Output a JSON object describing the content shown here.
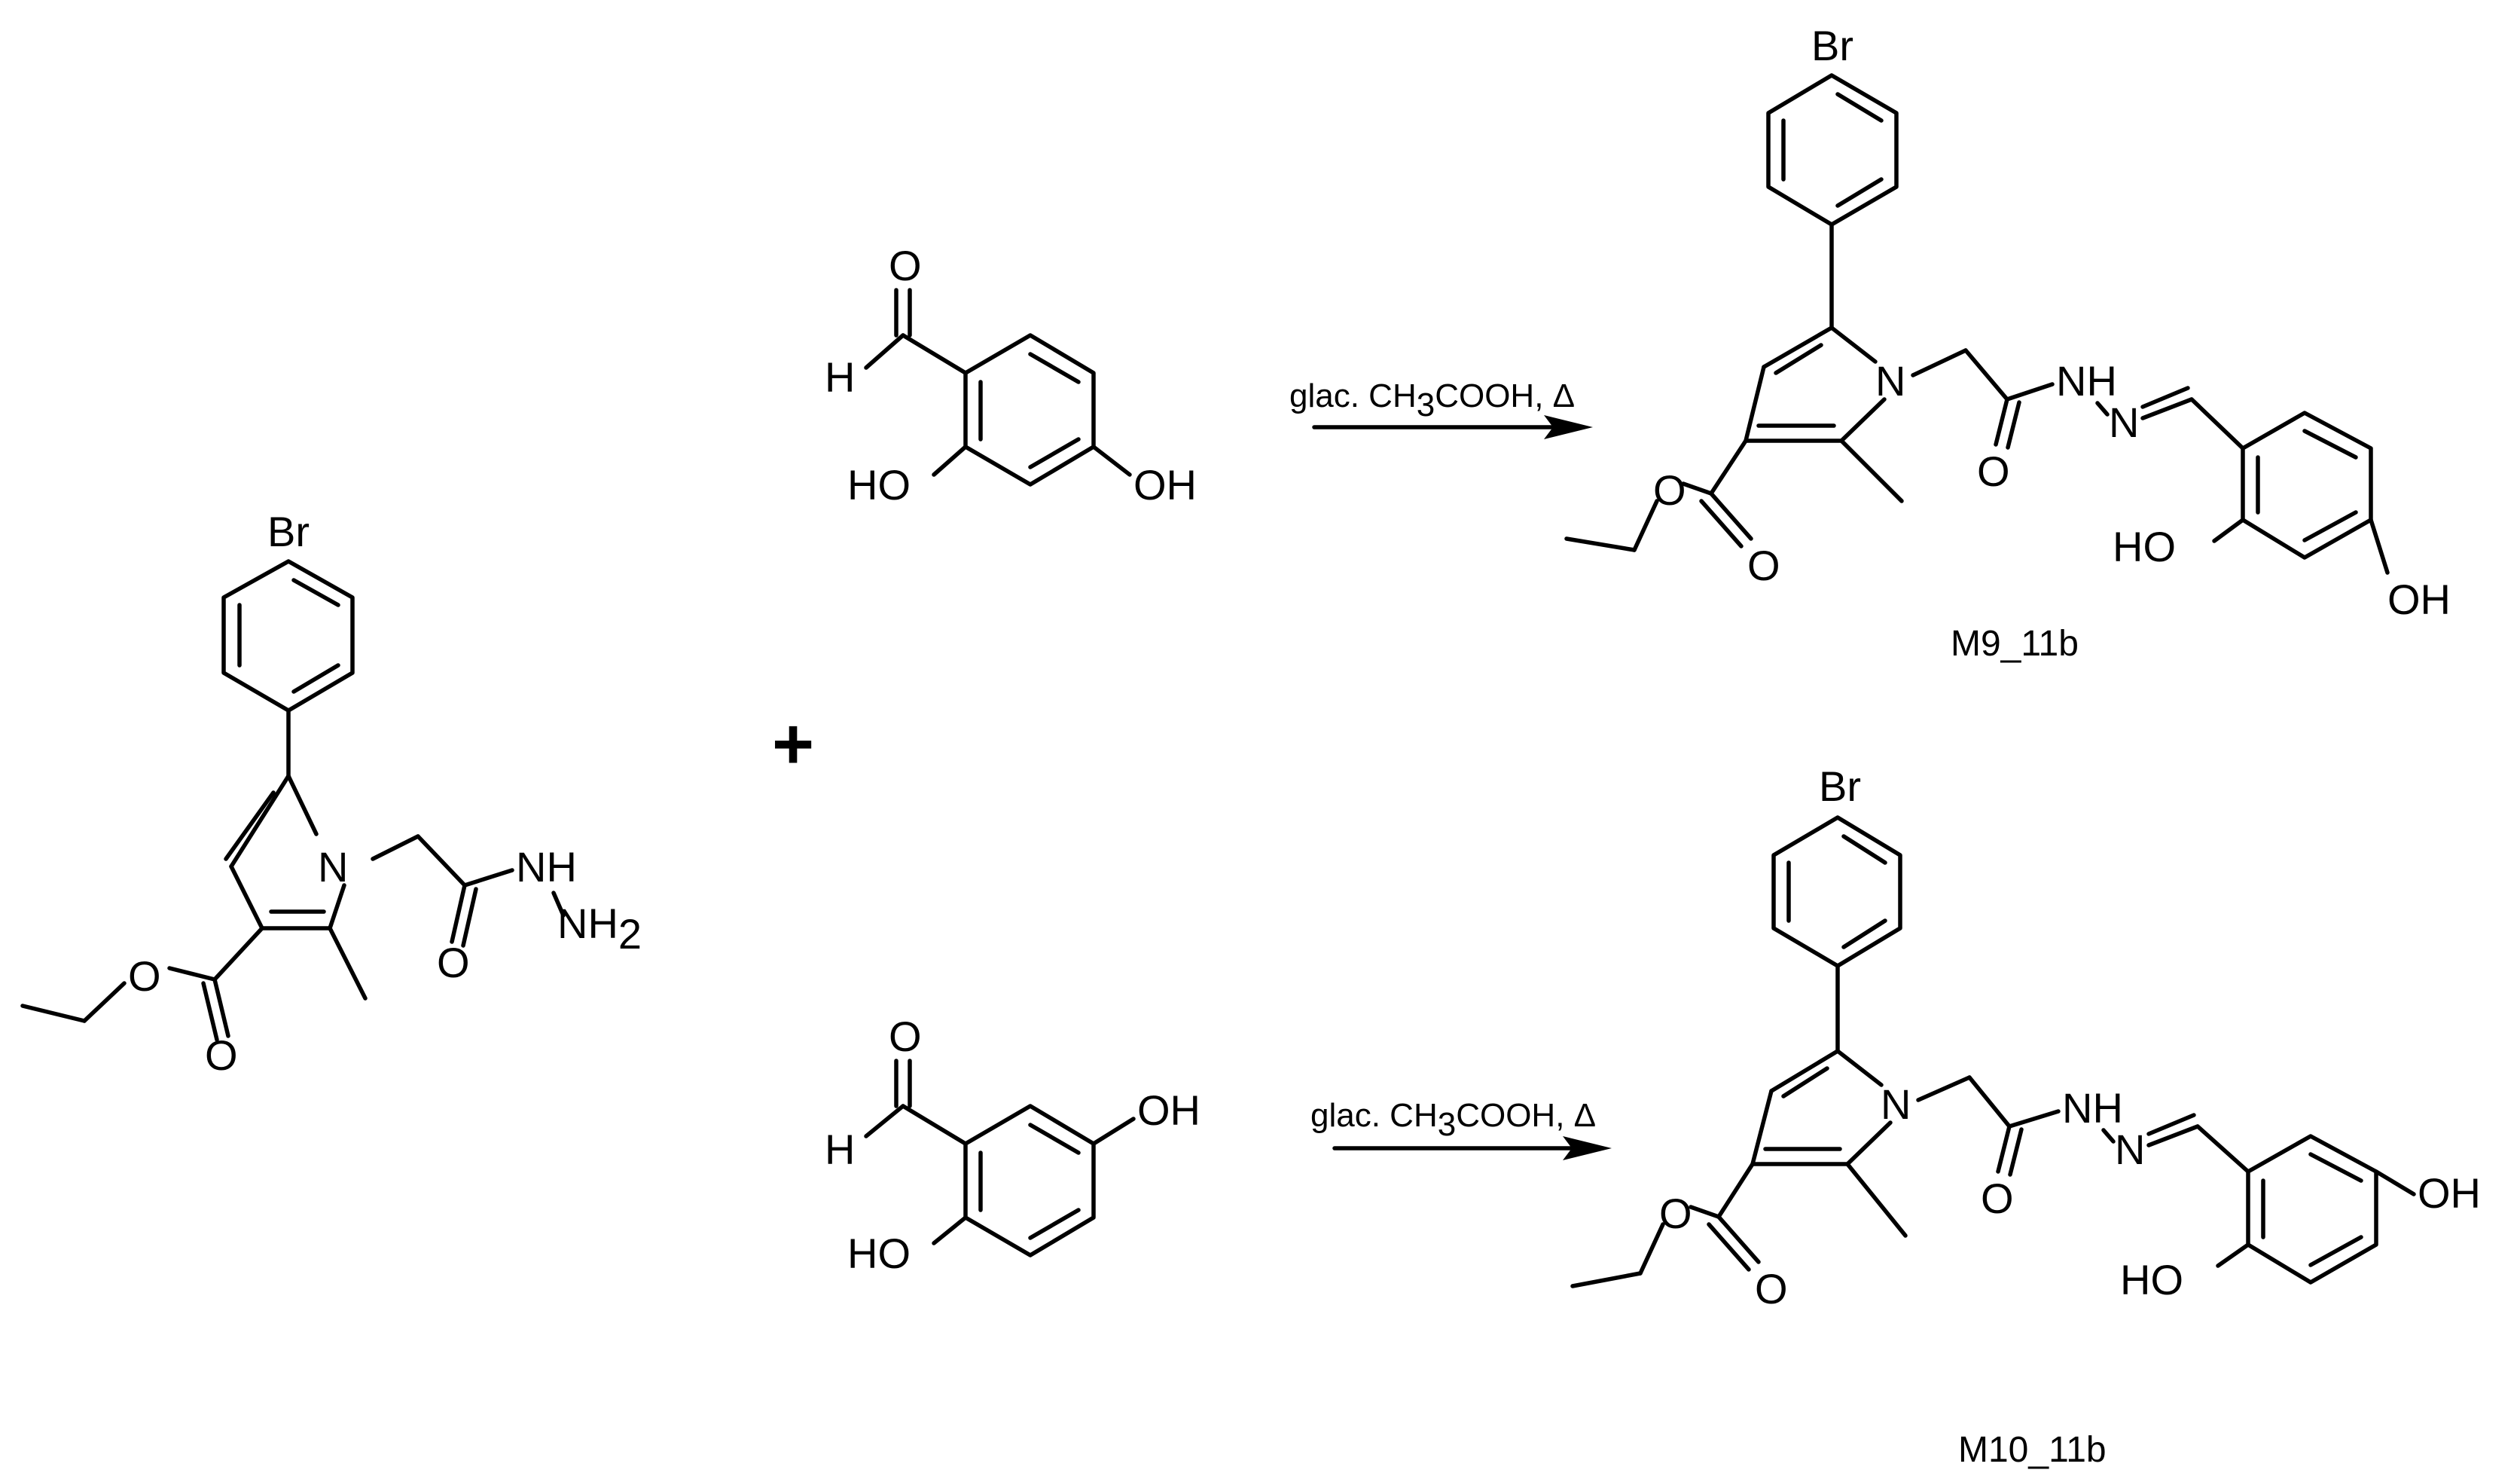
{
  "reactant": {
    "br": "Br",
    "n": "N",
    "nh": "NH",
    "nh2": "NH",
    "nh2_sub": "2",
    "o_ester_single": "O",
    "o_ester_double": "O",
    "o_amide": "O"
  },
  "plus": "+",
  "reagent_top": {
    "h": "H",
    "o": "O",
    "oh_left": "HO",
    "oh_right": "OH"
  },
  "reagent_bottom": {
    "h": "H",
    "o": "O",
    "oh_left": "HO",
    "oh_right": "OH"
  },
  "conditions_top": {
    "prefix": "glac. CH",
    "sub": "3",
    "suffix": "COOH, Δ"
  },
  "conditions_bottom": {
    "prefix": "glac. CH",
    "sub": "3",
    "suffix": "COOH, Δ"
  },
  "product_top": {
    "br": "Br",
    "n": "N",
    "nh": "NH",
    "n_imine": "N",
    "o_ester_single": "O",
    "o_ester_double": "O",
    "o_amide": "O",
    "oh_left": "HO",
    "oh_right": "OH",
    "oh_right_color": "#e8000b",
    "label": "M9_11b"
  },
  "product_bottom": {
    "br": "Br",
    "n": "N",
    "nh": "NH",
    "n_imine": "N",
    "o_ester_single": "O",
    "o_ester_double": "O",
    "o_amide": "O",
    "oh_left": "HO",
    "oh_right": "OH",
    "oh_right_color": "#e8000b",
    "label": "M10_11b"
  }
}
